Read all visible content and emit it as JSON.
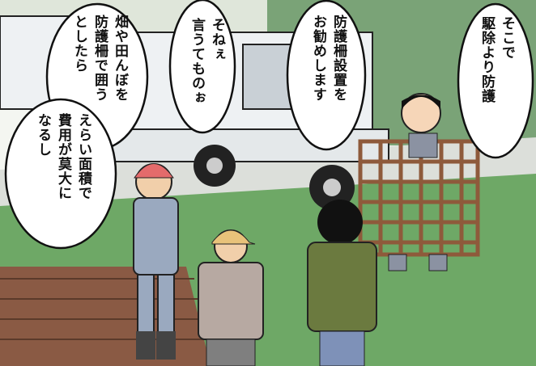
{
  "bubbles": {
    "b1": "そこで\n駆除より防護",
    "b2": "防護柵設置を\nお勧めします",
    "b3": "そねぇ\n言うてものぉ",
    "b4": "畑や田んぼを\n防護柵で囲う\nとしたら",
    "b5": "えらい面積で\n費用が莫大に\nなるし"
  },
  "colors": {
    "sky": "#eef1ea",
    "trees": "#6f9b6a",
    "road": "#d9ddd8",
    "grass": "#5e9b55",
    "soil": "#8a5a44",
    "truck": "#e8ecef",
    "fence": "#8e5a3b",
    "overalls": "#9aa9bf",
    "cap": "#e8c27a",
    "vest": "#6b7a3f"
  }
}
